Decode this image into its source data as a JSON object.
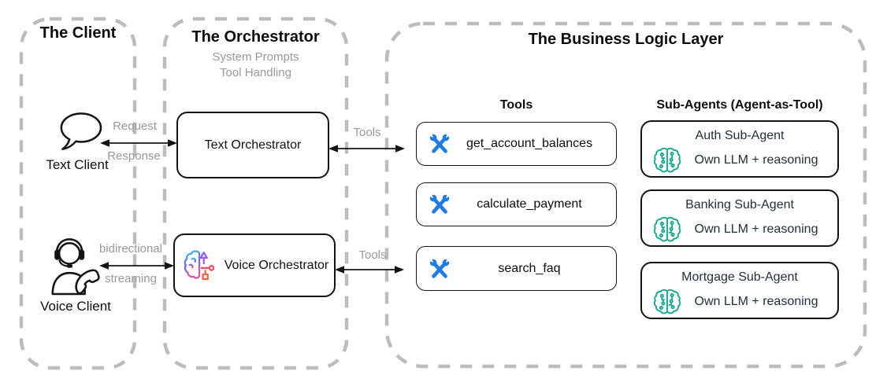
{
  "panels": {
    "client": {
      "title": "The Client"
    },
    "orchestrator": {
      "title": "The Orchestrator",
      "subtitle_line1": "System Prompts",
      "subtitle_line2": "Tool Handling"
    },
    "business": {
      "title": "The Business Logic Layer"
    }
  },
  "client": {
    "text_client_label": "Text Client",
    "voice_client_label": "Voice Client"
  },
  "orchestrator": {
    "text_orchestrator_label": "Text Orchestrator",
    "voice_orchestrator_label": "Voice Orchestrator"
  },
  "connections": {
    "request_label": "Request",
    "response_label": "Response",
    "bidirectional_label": "bidirectional",
    "streaming_label": "streaming",
    "tools_top_label": "Tools",
    "tools_bottom_label": "Tools"
  },
  "business": {
    "tools_heading": "Tools",
    "tools": [
      {
        "label": "get_account_balances"
      },
      {
        "label": "calculate_payment"
      },
      {
        "label": "search_faq"
      }
    ],
    "subagents_heading": "Sub-Agents (Agent-as-Tool)",
    "subagents": [
      {
        "title": "Auth Sub-Agent",
        "subtitle": "Own LLM + reasoning"
      },
      {
        "title": "Banking Sub-Agent",
        "subtitle": "Own LLM + reasoning"
      },
      {
        "title": "Mortgage Sub-Agent",
        "subtitle": "Own LLM + reasoning"
      }
    ]
  },
  "icons": {
    "text_client": "speech-bubble-icon",
    "voice_client": "headset-person-phone-icon",
    "voice_orchestrator": "ai-brain-circuit-gradient-icon",
    "tool": "crossed-tools-icon",
    "subagent": "brain-circuit-icon"
  },
  "colors": {
    "dash_border": "#bcbcbc",
    "gray_text": "#999999",
    "box_border": "#141414",
    "tool_icon_blue": "#1f7be8",
    "brain_teal": "#14a98c",
    "subagent_text": "#22303e"
  }
}
